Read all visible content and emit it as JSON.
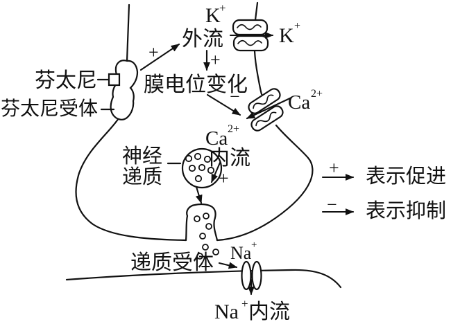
{
  "colors": {
    "ink": "#111111",
    "paper": "#ffffff"
  },
  "labels": {
    "potassium": {
      "symbol": "K",
      "charge": "+",
      "flow_out": "外流"
    },
    "fentanyl": "芬太尼",
    "fentanyl_receptor": "芬太尼受体",
    "membrane_potential_change": "膜电位变化",
    "calcium": {
      "symbol": "Ca",
      "charge": "2+",
      "flow_in": "内流"
    },
    "neurotransmitter": {
      "line1": "神经",
      "line2": "递质"
    },
    "transmitter_receptor": "递质受体",
    "sodium": {
      "symbol": "Na",
      "charge": "+",
      "flow_in": "内流"
    },
    "signs": {
      "plus": "+",
      "minus": "−"
    },
    "legend": {
      "promote": "表示促进",
      "inhibit": "表示抑制"
    }
  }
}
